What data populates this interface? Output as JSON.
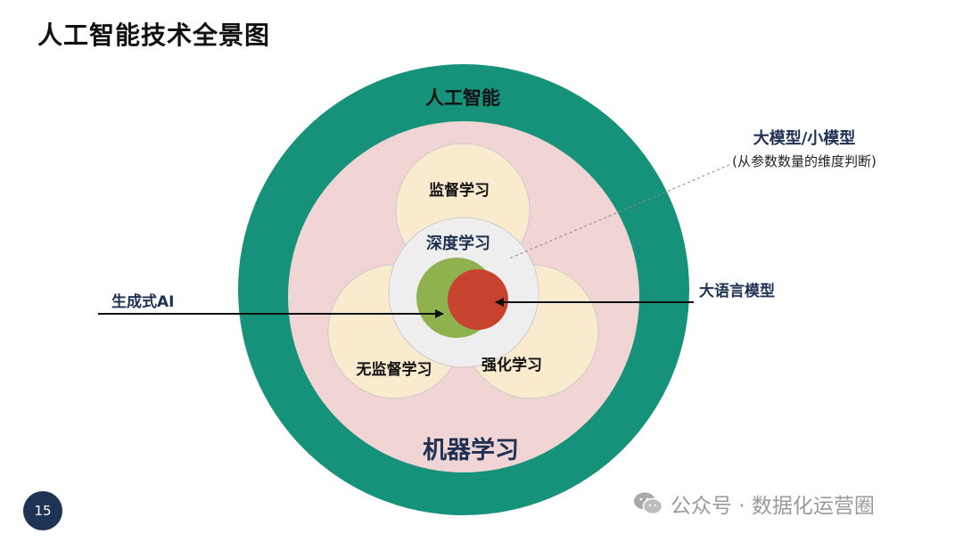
{
  "title": "人工智能技术全景图",
  "colors": {
    "outer_ring": "#17927a",
    "inner_field": "#f1d4d4",
    "learning_circle": "#faebcf",
    "deep_learning_circle": "#eeeeee",
    "generative_ai_circle": "#8fb14e",
    "llm_circle": "#c8432f",
    "label_dark_blue": "#1e3152"
  },
  "labels": {
    "artificial_intelligence": "人工智能",
    "machine_learning": "机器学习",
    "supervised_learning": "监督学习",
    "unsupervised_learning": "无监督学习",
    "reinforcement_learning": "强化学习",
    "deep_learning": "深度学习",
    "big_small_model": "大模型/小模型",
    "big_small_model_note": "(从参数数量的维度判断)",
    "generative_ai": "生成式AI",
    "large_language_model": "大语言模型"
  },
  "page_number": "15",
  "watermark": {
    "icon": "wechat-icon",
    "text": "公众号 · 数据化运营圈"
  }
}
